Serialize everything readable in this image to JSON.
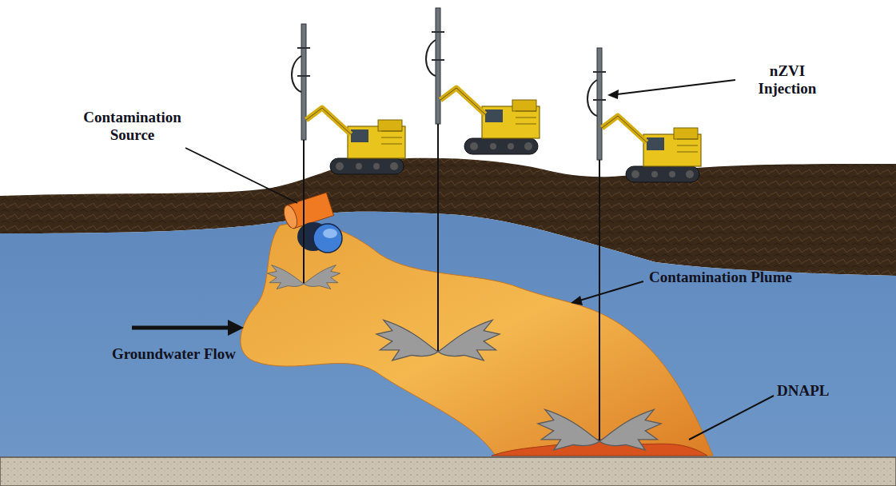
{
  "diagram": {
    "labels": [
      "Contamination Source",
      "nZVI Injection",
      "Contamination Plume",
      "Groundwater Flow",
      "DNAPL"
    ]
  }
}
